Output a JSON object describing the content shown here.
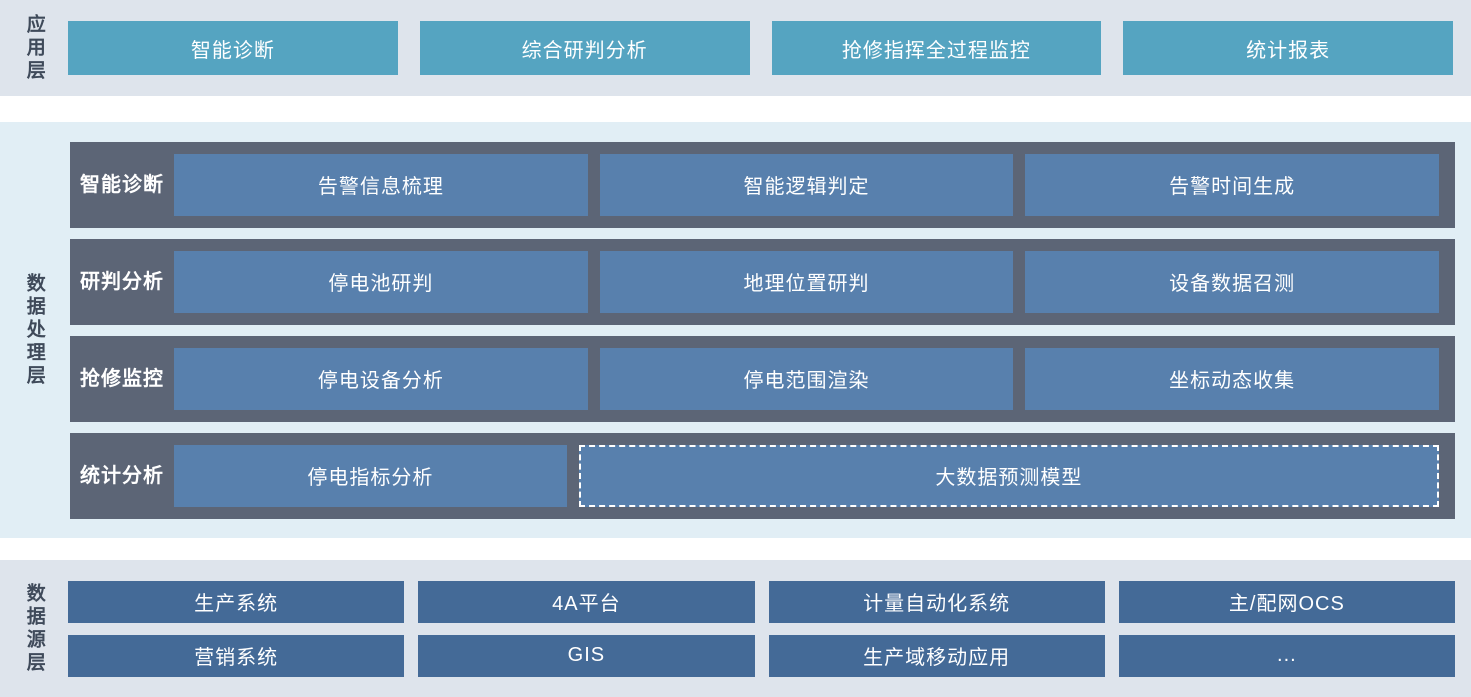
{
  "application_layer": {
    "label": "应用层",
    "background": "#dee4ec",
    "box_color": "#55a4c1",
    "boxes": [
      {
        "label": "智能诊断"
      },
      {
        "label": "综合研判分析"
      },
      {
        "label": "抢修指挥全过程监控"
      },
      {
        "label": "统计报表"
      }
    ]
  },
  "data_processing_layer": {
    "label": "数据处理层",
    "background": "#e1eef5",
    "row_color": "#5c6576",
    "cell_color": "#5880ad",
    "rows": [
      {
        "label": "智能诊断",
        "cells": [
          {
            "label": "告警信息梳理",
            "dashed": false
          },
          {
            "label": "智能逻辑判定",
            "dashed": false
          },
          {
            "label": "告警时间生成",
            "dashed": false
          }
        ]
      },
      {
        "label": "研判分析",
        "cells": [
          {
            "label": "停电池研判",
            "dashed": false
          },
          {
            "label": "地理位置研判",
            "dashed": false
          },
          {
            "label": "设备数据召测",
            "dashed": false
          }
        ]
      },
      {
        "label": "抢修监控",
        "cells": [
          {
            "label": "停电设备分析",
            "dashed": false
          },
          {
            "label": "停电范围渲染",
            "dashed": false
          },
          {
            "label": "坐标动态收集",
            "dashed": false
          }
        ]
      },
      {
        "label": "统计分析",
        "cells": [
          {
            "label": "停电指标分析",
            "dashed": false
          },
          {
            "label": "大数据预测模型",
            "dashed": true
          }
        ]
      }
    ]
  },
  "data_source_layer": {
    "label": "数据源层",
    "background": "#dee4ec",
    "box_color": "#446a97",
    "rows": [
      [
        {
          "label": "生产系统"
        },
        {
          "label": "4A平台"
        },
        {
          "label": "计量自动化系统"
        },
        {
          "label": "主/配网OCS"
        }
      ],
      [
        {
          "label": "营销系统"
        },
        {
          "label": "GIS"
        },
        {
          "label": "生产域移动应用"
        },
        {
          "label": "..."
        }
      ]
    ]
  }
}
